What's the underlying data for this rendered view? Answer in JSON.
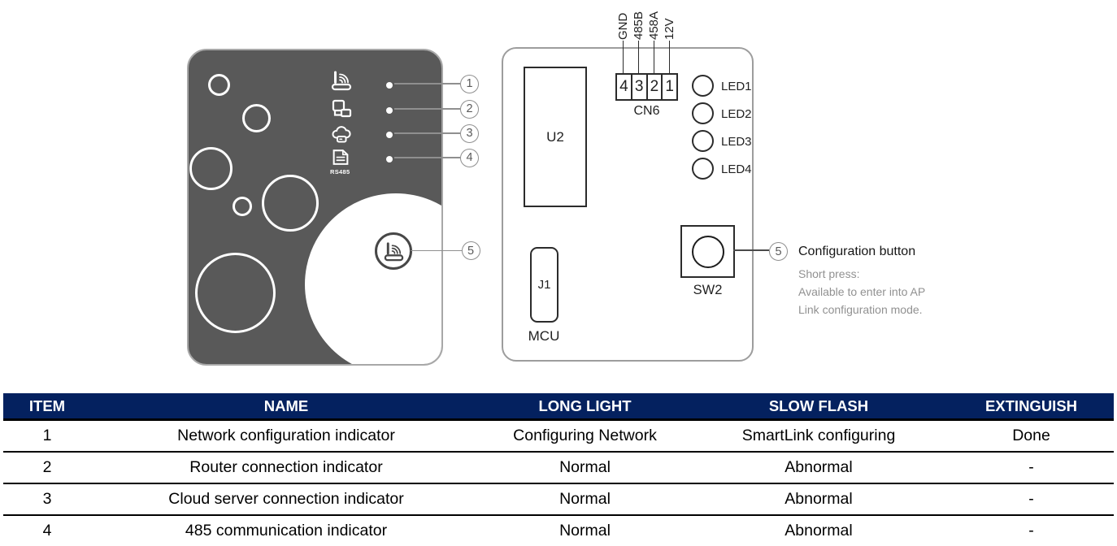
{
  "colors": {
    "header_bg": "#04215f",
    "device_body": "#595959"
  },
  "front_panel": {
    "led_callout_numbers": [
      "1",
      "2",
      "3",
      "4"
    ],
    "button_callout_number": "5",
    "icons": [
      {
        "name": "ap-wifi-router-icon"
      },
      {
        "name": "router-network-icon"
      },
      {
        "name": "cloud-server-icon"
      },
      {
        "name": "rs485-document-icon",
        "label": "RS485"
      }
    ]
  },
  "board": {
    "u2_label": "U2",
    "cn6": {
      "name": "CN6",
      "pins": [
        "4",
        "3",
        "2",
        "1"
      ],
      "pin_labels": [
        "GND",
        "485B",
        "458A",
        "12V"
      ]
    },
    "leds": [
      "LED1",
      "LED2",
      "LED3",
      "LED4"
    ],
    "j1_label": "J1",
    "mcu_label": "MCU",
    "sw2_label": "SW2"
  },
  "button_callout": {
    "number": "5",
    "title": "Configuration button",
    "detail_lines": [
      "Short press:",
      "Available to enter into AP",
      "Link configuration mode."
    ]
  },
  "table": {
    "headers": [
      "ITEM",
      "NAME",
      "LONG LIGHT",
      "SLOW FLASH",
      "EXTINGUISH"
    ],
    "rows": [
      [
        "1",
        "Network configuration indicator",
        "Configuring Network",
        "SmartLink configuring",
        "Done"
      ],
      [
        "2",
        "Router connection indicator",
        "Normal",
        "Abnormal",
        "-"
      ],
      [
        "3",
        "Cloud server connection indicator",
        "Normal",
        "Abnormal",
        "-"
      ],
      [
        "4",
        "485 communication indicator",
        "Normal",
        "Abnormal",
        "-"
      ]
    ]
  }
}
